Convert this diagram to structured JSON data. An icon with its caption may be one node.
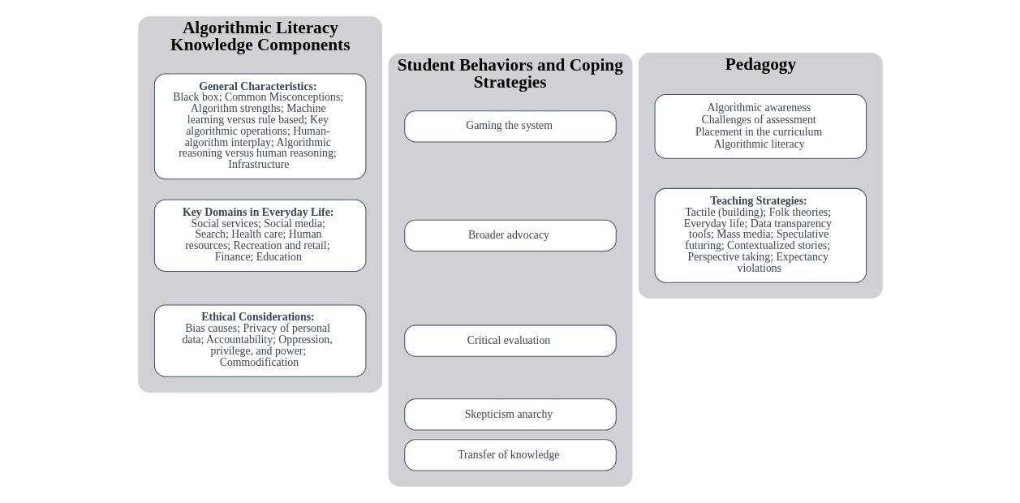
{
  "diagram": {
    "nodes": [
      {
        "text": [
          "Algorithmic Literacy Knowledge Components"
        ]
      },
      {
        "text": [
          "General Characteristics:",
          "Black box; Common Misconceptions; Algorithm strengths; Machine learning versus rule based; Key algorithmic operations; Human-algorithm interplay; Algorithmic reasoning versus human reasoning; Infrastructure"
        ],
        "in": 0
      },
      {
        "text": [
          "Key Domains in Everyday Life:",
          "Social services; Social media; Search; Health care; Human resources; Recreation and retail; Finance; Education"
        ],
        "in": 0
      },
      {
        "text": [
          "Ethical Considerations:",
          "Bias causes; Privacy of personal data; Accountability; Oppression, privilege, and power; Commodification"
        ],
        "in": 0
      },
      {
        "text": [
          "Student Behaviors and Coping Strategies"
        ]
      },
      {
        "text": [
          "Gaming the system"
        ],
        "in": 4
      },
      {
        "text": [
          "Broader advocacy"
        ],
        "in": 4
      },
      {
        "text": [
          "Critical evaluation"
        ],
        "in": 4
      },
      {
        "text": [
          "Skepticism anarchy"
        ],
        "in": 4
      },
      {
        "text": [
          "Transfer of knowledge"
        ],
        "in": 4
      },
      {
        "text": [
          "Pedagogy"
        ]
      },
      {
        "text": [
          "Algorithmic awareness",
          "Challenges of assessment",
          "Placement in the curriculum",
          "Algorithmic literacy"
        ],
        "in": 10
      },
      {
        "text": [
          "Teaching Strategies:",
          "Tactile (building); Folk theories; Everyday life; Data transparency tools; Mass media; Speculative futuring; Contextualized stories; Perspective taking; Expectancy violations"
        ],
        "in": 10
      }
    ],
    "edges": []
  }
}
